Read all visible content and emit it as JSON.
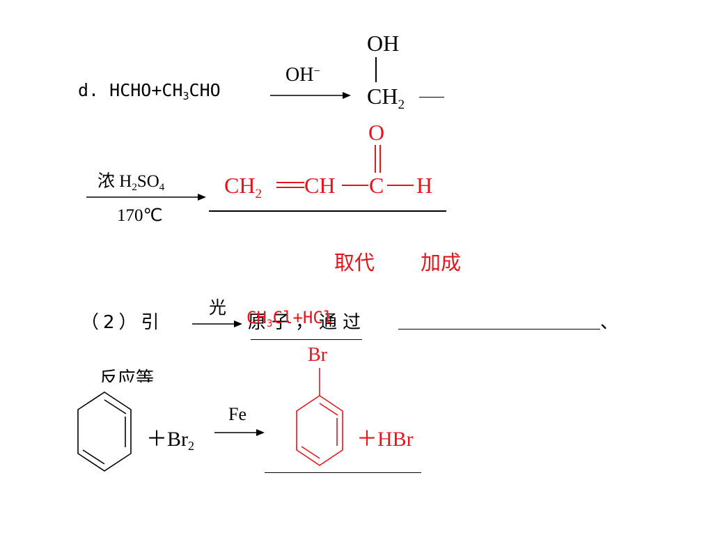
{
  "colors": {
    "answer": "#e8141c",
    "text": "#000000"
  },
  "reaction_d": {
    "label": "d. HCHO+CH",
    "label_sub": "3",
    "label_tail": "CHO",
    "catalyst": "OH",
    "catalyst_sup": "−",
    "product_top": "OH",
    "product_main": "CH",
    "product_sub": "2"
  },
  "dehydration": {
    "catalyst_top": "浓 H",
    "catalyst_top_sub": "2",
    "catalyst_top_tail": "SO",
    "catalyst_top_sub2": "4",
    "condition": "170℃",
    "answer_o": "O",
    "answer_ch2": "CH",
    "answer_ch2_sub": "2",
    "answer_ch": "CH",
    "answer_c": "C",
    "answer_h": "H"
  },
  "answers_row": {
    "first": "取代",
    "second": "加成"
  },
  "part2": {
    "prefix": "（2）引",
    "condition": "光",
    "answer": "CH",
    "answer_sub": "3",
    "answer_tail": "Cl+HCl",
    "text_mid": "原子，通过",
    "text_end": "、",
    "text_next_line": "反应等"
  },
  "benzene_reaction": {
    "reagent": "＋Br",
    "reagent_sub": "2",
    "catalyst": "Fe",
    "product_sub_label": "Br",
    "byproduct": "＋HBr"
  }
}
